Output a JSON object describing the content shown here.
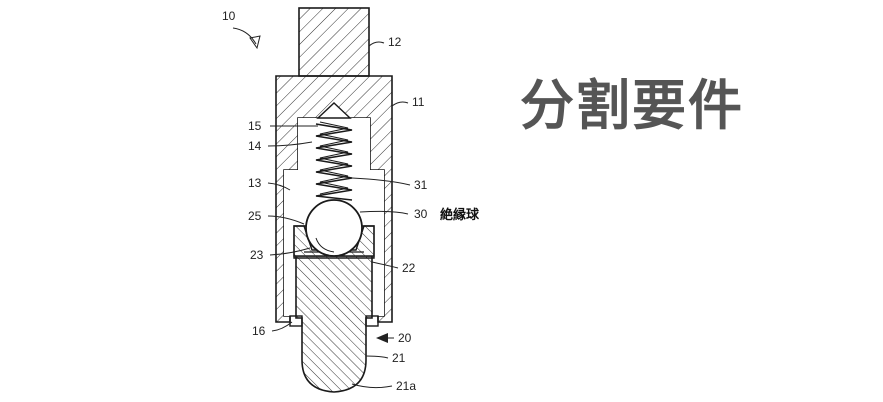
{
  "title": "分割要件",
  "callout": "絶縁球",
  "labels": {
    "l10": "10",
    "l12": "12",
    "l11": "11",
    "l15": "15",
    "l14": "14",
    "l13": "13",
    "l31": "31",
    "l30": "30",
    "l25": "25",
    "l23": "23",
    "l22": "22",
    "l16": "16",
    "l20": "20",
    "l21": "21",
    "l21a": "21a"
  }
}
